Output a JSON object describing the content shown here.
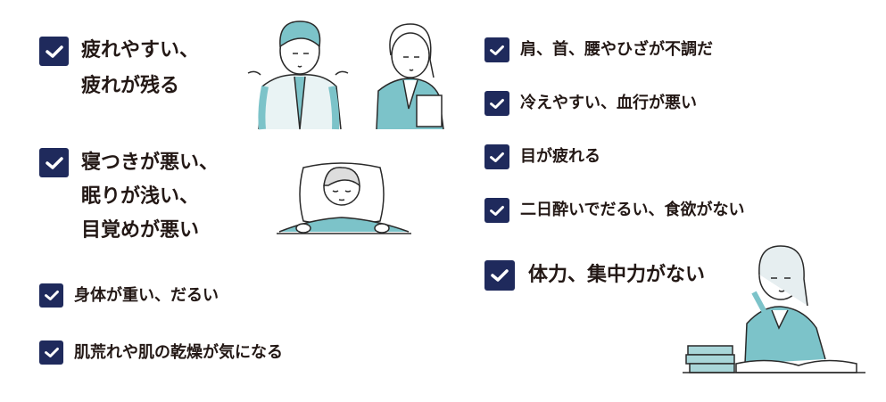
{
  "colors": {
    "checkbox": "#1f2a5c",
    "text": "#231815",
    "accent": "#7cc3c9"
  },
  "left_items": [
    {
      "lines": [
        "疲れやすい、",
        "疲れが残る"
      ]
    },
    {
      "lines": [
        "寝つきが悪い、",
        "眠りが浅い、",
        "目覚めが悪い"
      ]
    },
    {
      "lines": [
        "身体が重い、だるい"
      ]
    },
    {
      "lines": [
        "肌荒れや肌の乾燥が気になる"
      ]
    }
  ],
  "right_items": [
    {
      "label": "肩、首、腰やひざが不調だ"
    },
    {
      "label": "冷えやすい、血行が悪い"
    },
    {
      "label": "目が疲れる"
    },
    {
      "label": "二日酔いでだるい、食欲がない"
    },
    {
      "label": "体力、集中力がない"
    }
  ]
}
